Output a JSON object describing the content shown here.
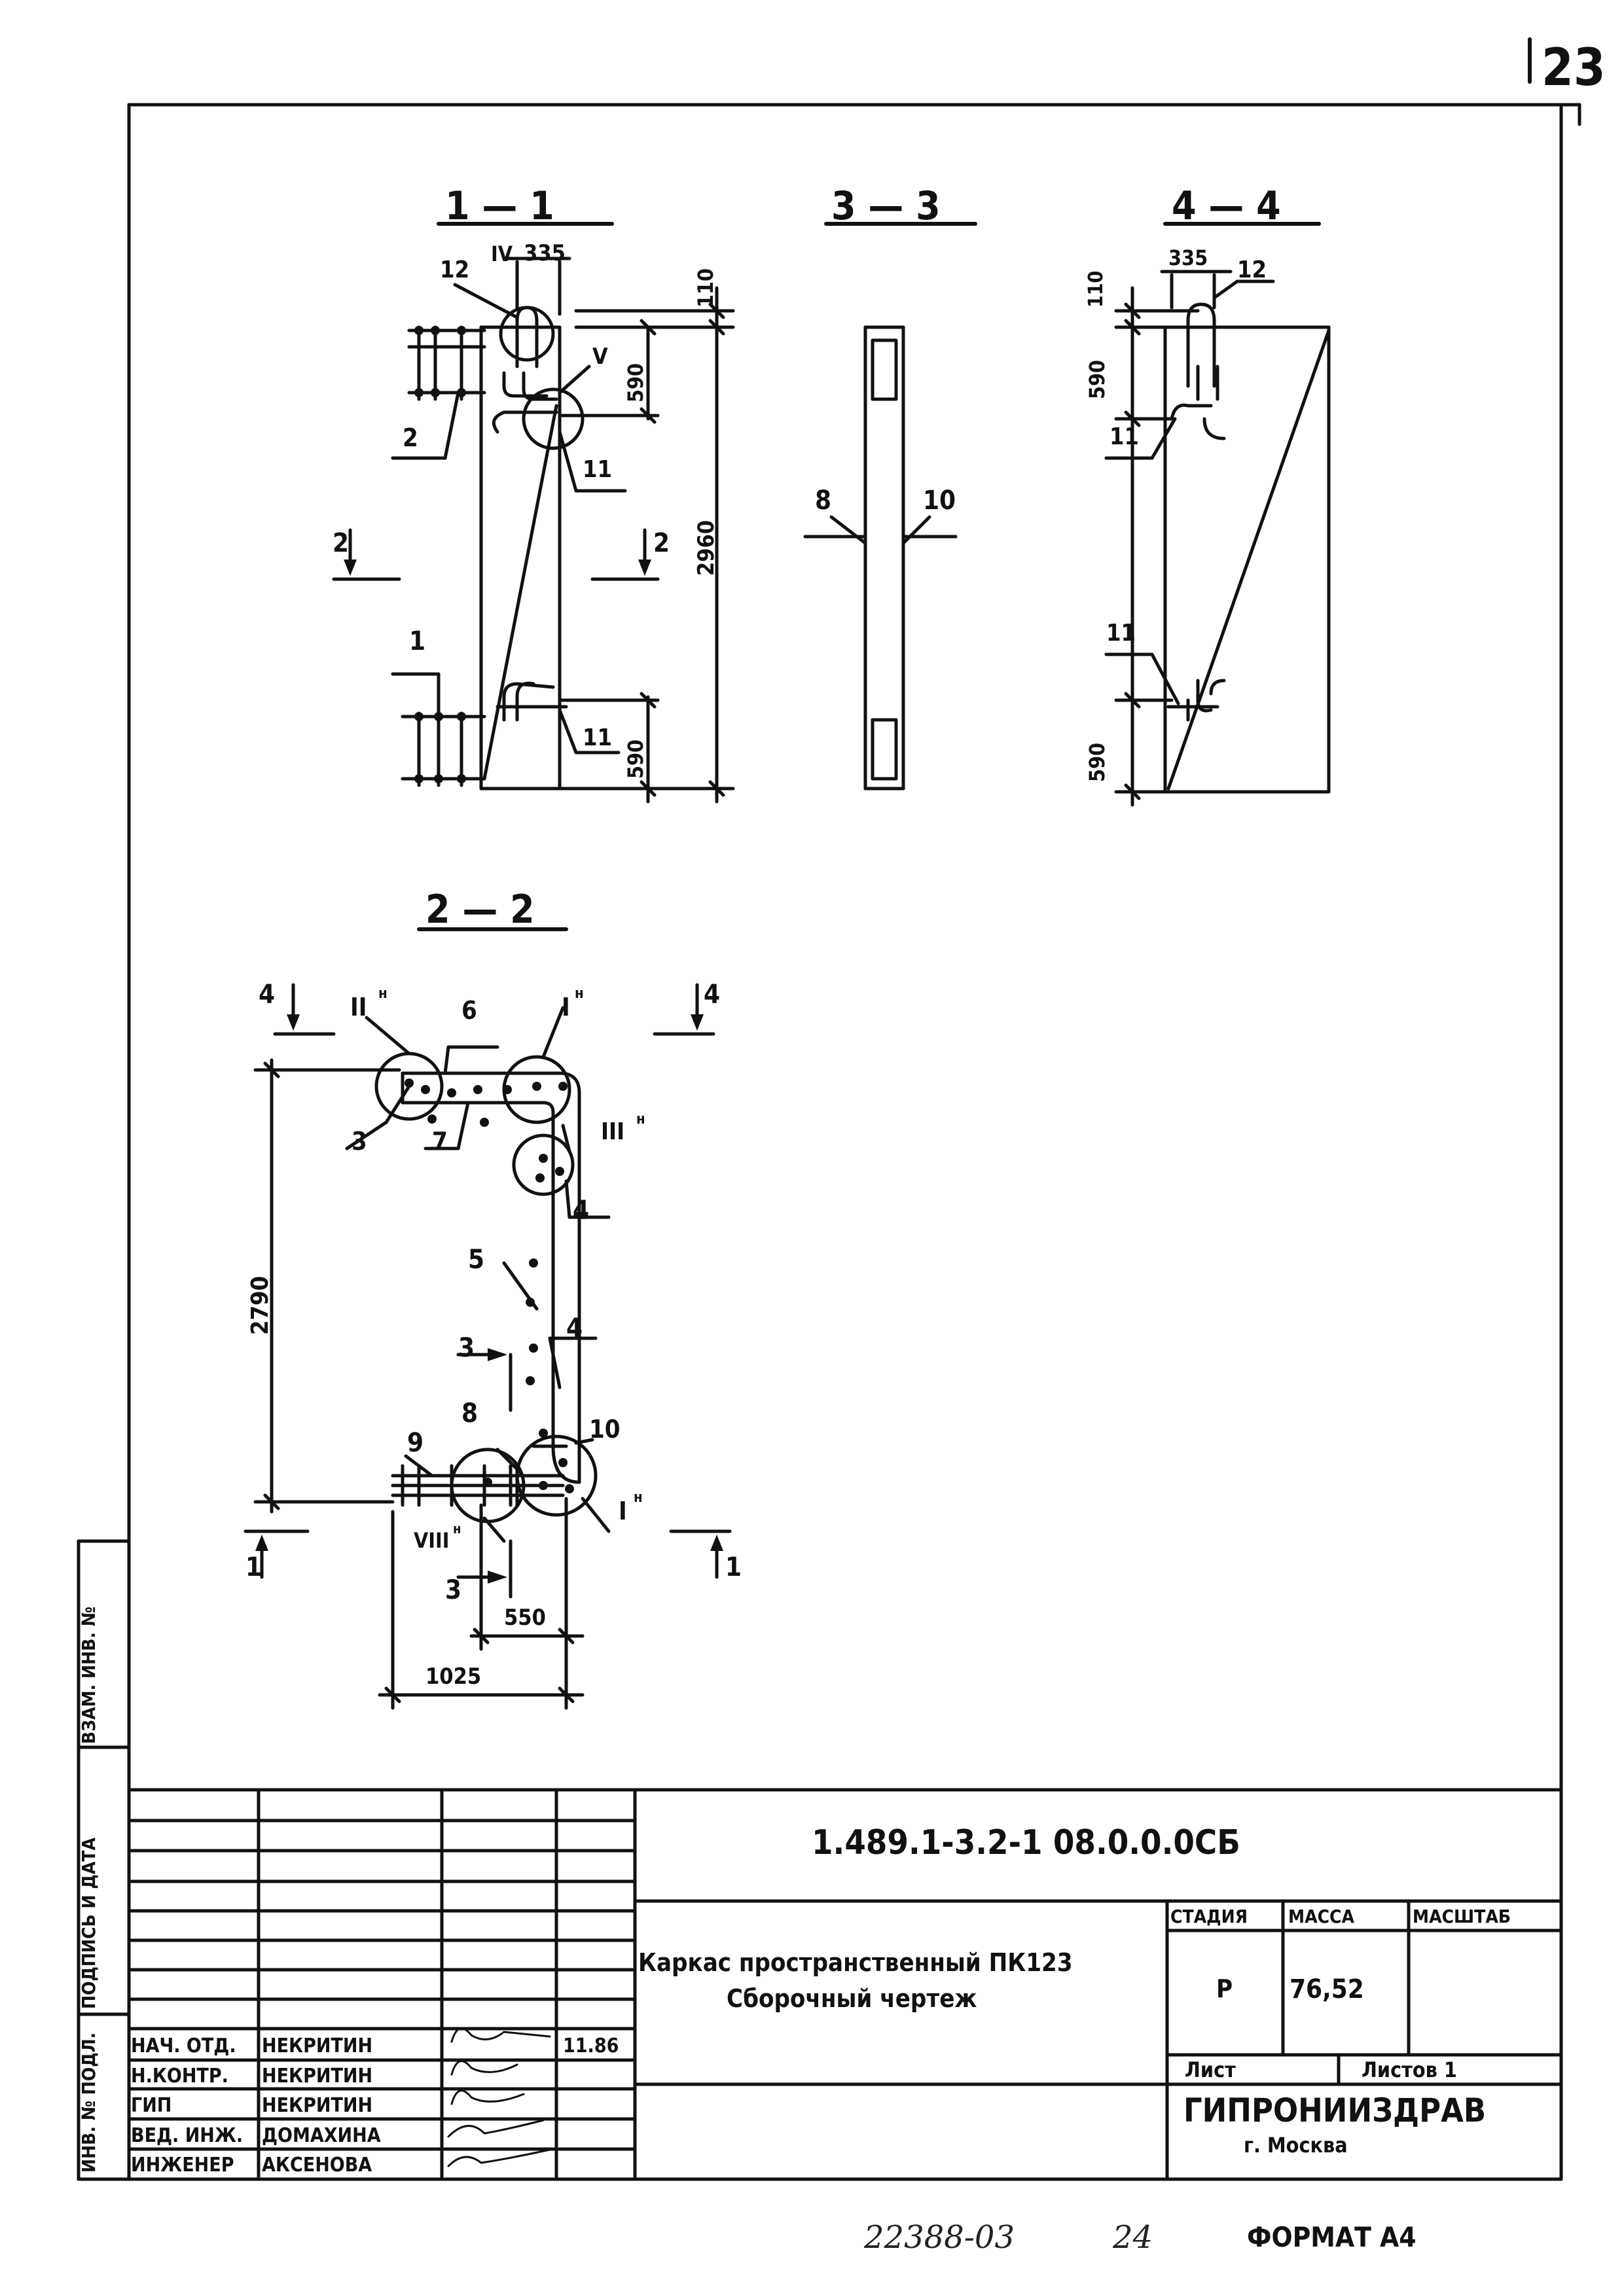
{
  "page": {
    "number": "23"
  },
  "views": {
    "view_1_1": {
      "title": "1 — 1",
      "labels": {
        "node_IV": "IV",
        "pos_12": "12",
        "dim_335": "335",
        "dim_110": "110",
        "node_V": "V",
        "dim_590_top": "590",
        "pos_2": "2",
        "pos_11_top": "11",
        "dim_2960": "2960",
        "cut_2_left": "2",
        "cut_2_right": "2",
        "pos_1": "1",
        "pos_11_bottom": "11",
        "dim_590_bottom": "590"
      }
    },
    "view_3_3": {
      "title": "3 — 3",
      "labels": {
        "pos_8": "8",
        "pos_10": "10"
      }
    },
    "view_4_4": {
      "title": "4 — 4",
      "labels": {
        "dim_335": "335",
        "pos_12": "12",
        "dim_110": "110",
        "dim_590_top": "590",
        "pos_11_top": "11",
        "pos_11_bottom": "11",
        "dim_590_bottom": "590"
      }
    },
    "view_2_2": {
      "title": "2 — 2",
      "labels": {
        "cut_4_left": "4",
        "cut_4_right": "4",
        "node_II": "II",
        "node_sup": "н",
        "pos_6": "6",
        "node_I_top": "I",
        "pos_3": "3",
        "pos_7": "7",
        "node_III": "III",
        "pos_4_top": "4",
        "pos_5": "5",
        "dim_2790": "2790",
        "pos_4_mid": "4",
        "cut_3_top": "3",
        "pos_9": "9",
        "pos_8": "8",
        "pos_10": "10",
        "node_I_bottom": "I",
        "node_VIII": "VIII",
        "cut_1_left": "1",
        "cut_1_right": "1",
        "cut_3_bottom": "3",
        "dim_550": "550",
        "dim_1025": "1025"
      }
    }
  },
  "stamp_side": {
    "inv_vzam": "ВЗАМ. ИНВ. №",
    "sign_date": "ПОДПИСЬ И ДАТА",
    "inv_orig": "ИНВ. № ПОДЛ."
  },
  "title_block": {
    "document_code": "1.489.1-3.2-1 08.0.0.0СБ",
    "name_line1": "Каркас пространственный ПК123",
    "name_line2": "Сборочный чертеж",
    "stage_header": "СТАДИЯ",
    "mass_header": "МАССА",
    "scale_header": "МАСШТАБ",
    "stage_value": "Р",
    "mass_value": "76,52",
    "sheet_label": "Лист",
    "sheets_label": "Листов 1",
    "organization": "ГИПРОНИИЗДРАВ",
    "city": "г. Москва",
    "signatures": [
      {
        "role": "НАЧ. ОТД.",
        "name": "НЕКРИТИН",
        "date": "11.86"
      },
      {
        "role": "Н.КОНТР.",
        "name": "НЕКРИТИН",
        "date": ""
      },
      {
        "role": "ГИП",
        "name": "НЕКРИТИН",
        "date": ""
      },
      {
        "role": "ВЕД. ИНЖ.",
        "name": "ДОМАХИНА",
        "date": ""
      },
      {
        "role": "ИНЖЕНЕР",
        "name": "АКСЕНОВА",
        "date": ""
      }
    ]
  },
  "footer": {
    "order_number": "22388-03",
    "copy_number": "24",
    "format": "ФОРМАТ А4"
  }
}
